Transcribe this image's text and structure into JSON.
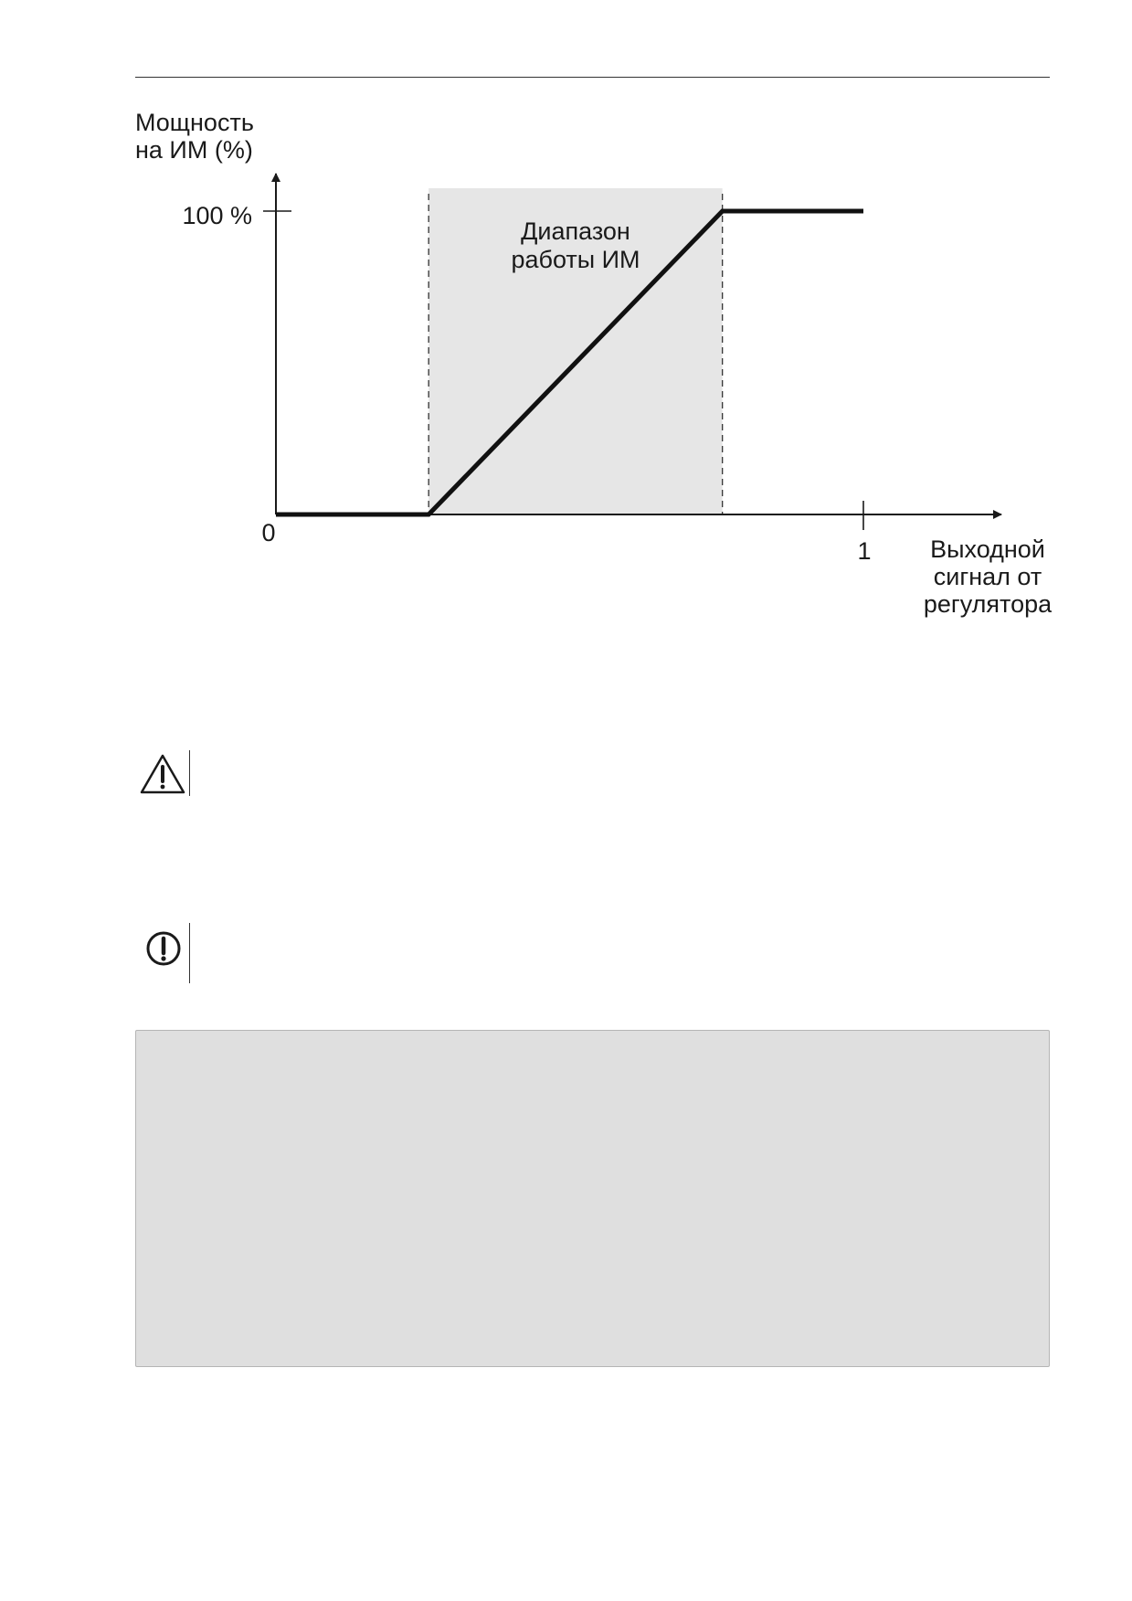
{
  "chart_data": {
    "type": "line",
    "title": "",
    "ylabel_line1": "Мощность",
    "ylabel_line2": "на ИМ (%)",
    "xlabel_line1": "Выходной",
    "xlabel_line2": "сигнал от",
    "xlabel_line3": "регулятора",
    "y_tick_100": "100 %",
    "origin_label": "0",
    "x_tick_1": "1",
    "xlim": [
      0,
      1
    ],
    "ylim": [
      0,
      100
    ],
    "band_label_line1": "Диапазон",
    "band_label_line2": "работы ИМ",
    "band": [
      0.26,
      0.76
    ],
    "series": [
      {
        "x": [
          0,
          0.26,
          0.76,
          1
        ],
        "y": [
          0,
          0,
          100,
          100
        ]
      }
    ],
    "colors": {
      "line": "#111111",
      "band": "#e6e6e6"
    }
  },
  "notes": [
    {
      "icon": "warning-triangle-icon"
    },
    {
      "icon": "exclamation-circle-icon"
    }
  ],
  "info_box": {
    "background": "#dfdfdf"
  }
}
